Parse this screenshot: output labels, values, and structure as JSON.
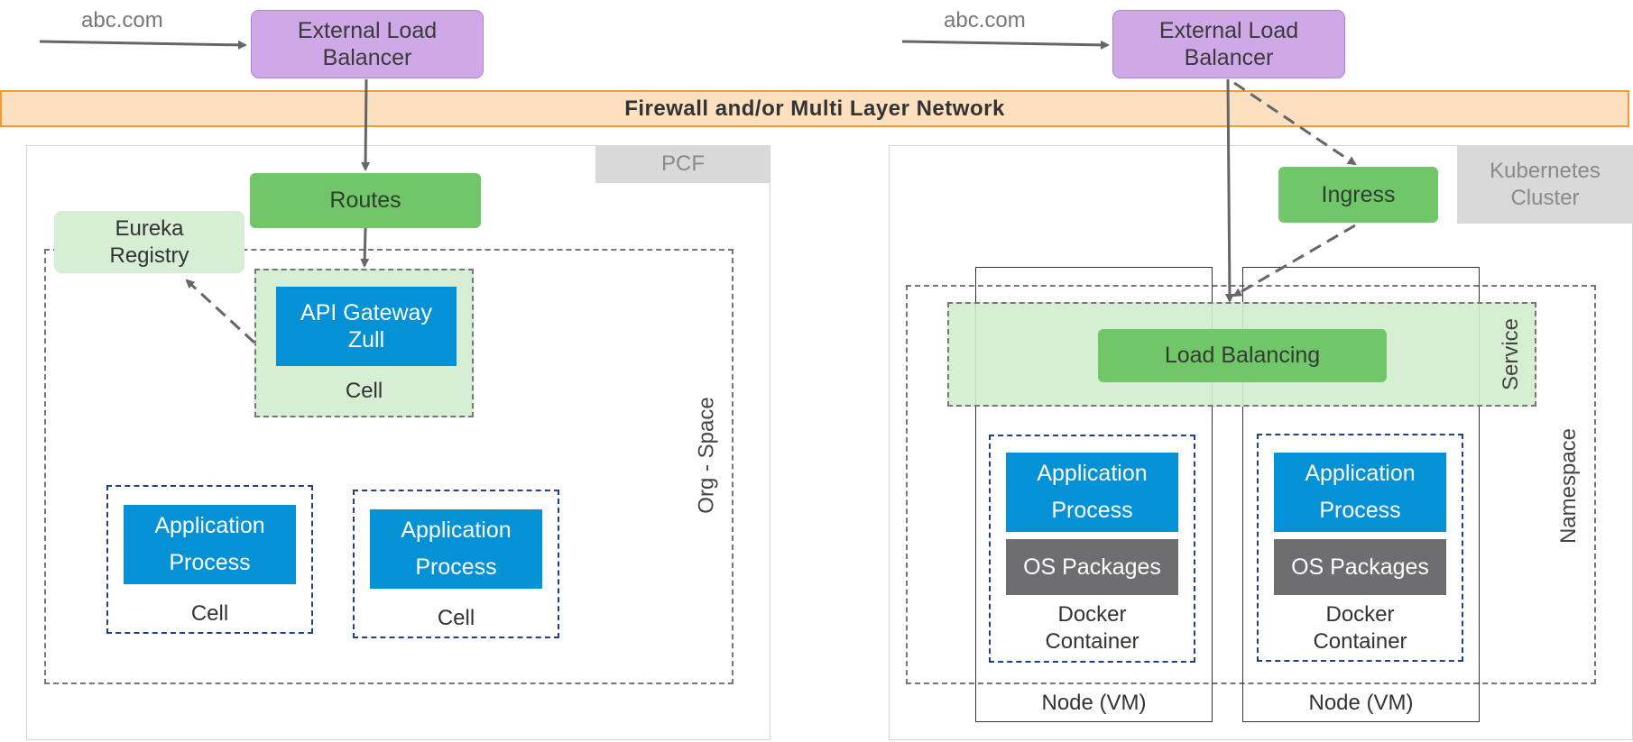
{
  "left": {
    "domain": "abc.com",
    "external_lb": "External Load\nBalancer",
    "platform_tag": "PCF",
    "routes": "Routes",
    "eureka": "Eureka\nRegistry",
    "api_gateway": "API Gateway\nZull",
    "gateway_cell": "Cell",
    "space_label": "Org - Space",
    "app1": "Application\nProcess",
    "cell1": "Cell",
    "app2": "Application\nProcess",
    "cell2": "Cell"
  },
  "firewall": "Firewall and/or Multi Layer Network",
  "right": {
    "domain": "abc.com",
    "external_lb": "External Load\nBalancer",
    "platform_tag": "Kubernetes\nCluster",
    "ingress": "Ingress",
    "load_balancing": "Load Balancing",
    "service_label": "Service",
    "namespace_label": "Namespace",
    "app1": "Application\nProcess",
    "os1": "OS Packages",
    "container1": "Docker\nContainer",
    "node1": "Node (VM)",
    "app2": "Application\nProcess",
    "os2": "OS Packages",
    "container2": "Docker\nContainer",
    "node2": "Node (VM)"
  },
  "colors": {
    "load_balancer": "#cfa8e8",
    "firewall": "#fde0c0",
    "green": "#72c66a",
    "light_green": "#d6eed3",
    "blue": "#0591d6",
    "os_gray": "#6e6e70",
    "tag_gray": "#d9d9d9"
  }
}
